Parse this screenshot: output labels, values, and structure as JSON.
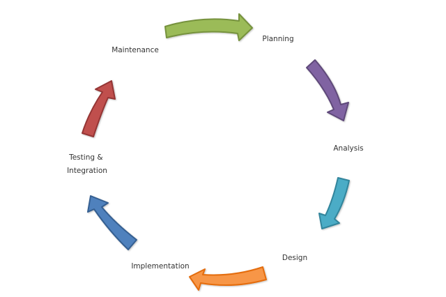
{
  "diagram": {
    "stages": [
      {
        "label_lines": [
          "Planning"
        ],
        "arrow_color": "#9BBB59",
        "arrow_stroke": "#76923C"
      },
      {
        "label_lines": [
          "Analysis"
        ],
        "arrow_color": "#8064A2",
        "arrow_stroke": "#5F497A"
      },
      {
        "label_lines": [
          "Design"
        ],
        "arrow_color": "#4BACC6",
        "arrow_stroke": "#31859C"
      },
      {
        "label_lines": [
          "Implementation"
        ],
        "arrow_color": "#F79646",
        "arrow_stroke": "#E46C0A"
      },
      {
        "label_lines": [
          "Testing &",
          "Integration"
        ],
        "arrow_color": "#4F81BD",
        "arrow_stroke": "#365F91"
      },
      {
        "label_lines": [
          "Maintenance"
        ],
        "arrow_color": "#C0504D",
        "arrow_stroke": "#943634"
      }
    ]
  }
}
